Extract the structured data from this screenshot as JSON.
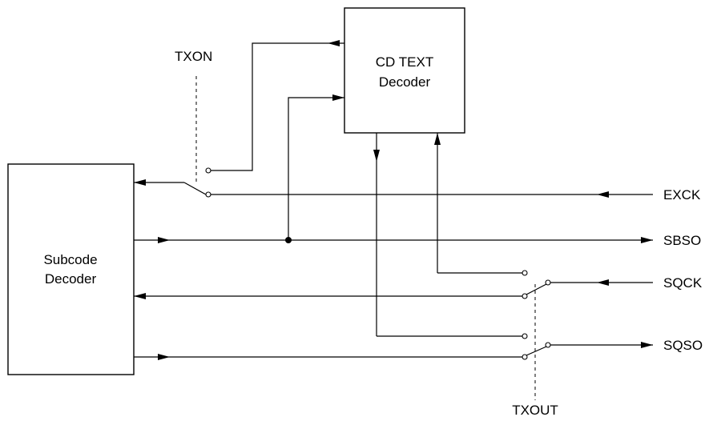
{
  "blocks": {
    "cd_text_decoder": [
      "CD TEXT",
      "Decoder"
    ],
    "subcode_decoder": [
      "Subcode",
      "Decoder"
    ]
  },
  "signals": {
    "txon": "TXON",
    "txout": "TXOUT",
    "exck": "EXCK",
    "sbso": "SBSO",
    "sqck": "SQCK",
    "sqso": "SQSO"
  }
}
